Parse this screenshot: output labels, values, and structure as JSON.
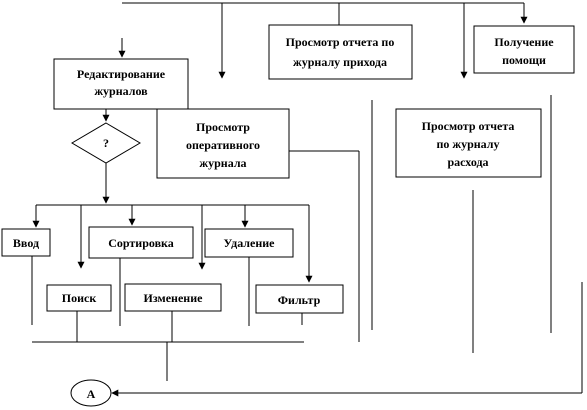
{
  "nodes": {
    "edit_journals": [
      "Редактирование",
      "журналов"
    ],
    "decision": "?",
    "view_operative": [
      "Просмотр",
      "оперативного",
      "журнала"
    ],
    "view_income": [
      "Просмотр отчета по",
      "журналу прихода"
    ],
    "get_help": [
      "Получение",
      "помощи"
    ],
    "view_expense": [
      "Просмотр отчета",
      "по журналу",
      "расхода"
    ],
    "input": "Ввод",
    "sort": "Сортировка",
    "delete": "Удаление",
    "search": "Поиск",
    "change": "Изменение",
    "filter": "Фильтр",
    "connector": "А"
  }
}
